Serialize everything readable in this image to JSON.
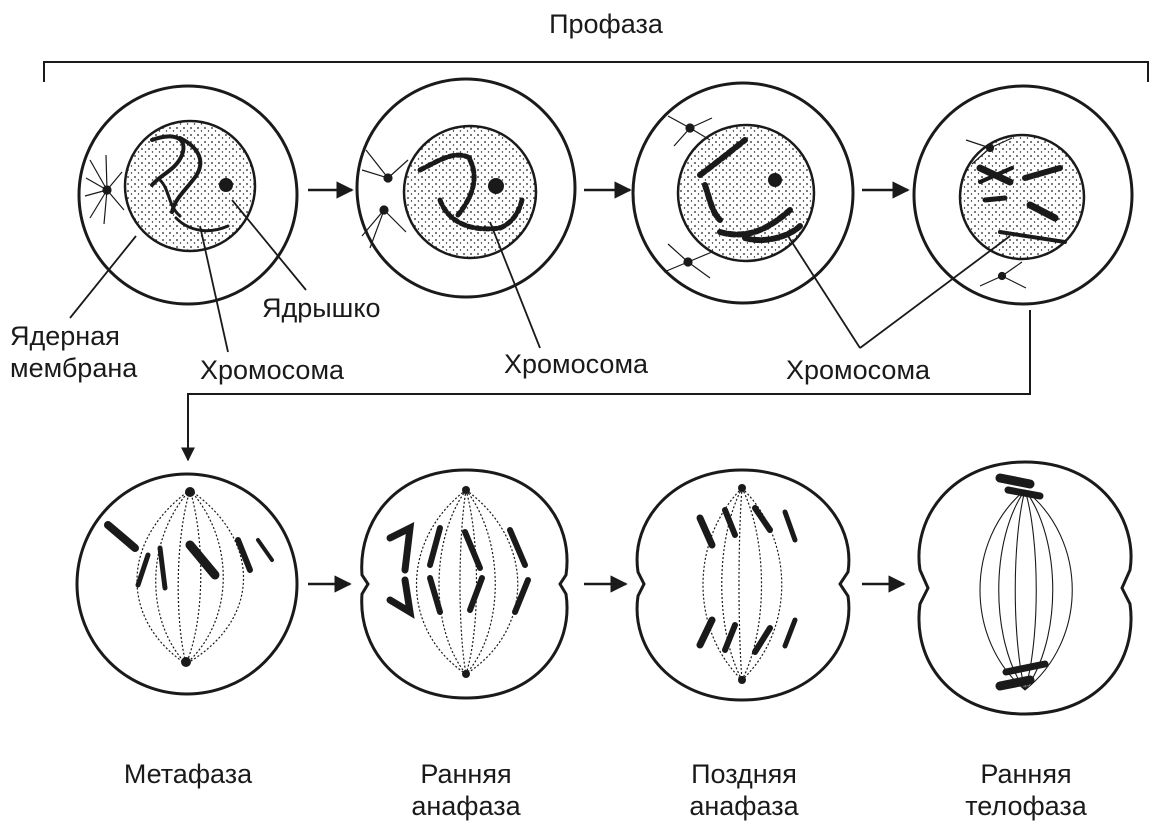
{
  "colors": {
    "ink": "#1a1a1a",
    "background": "#ffffff"
  },
  "header": {
    "title": "Профаза"
  },
  "prophase_labels": {
    "nuclear_membrane": [
      "Ядерная",
      "мембрана"
    ],
    "nucleolus": "Ядрышко",
    "chromosome_1": "Хромосома",
    "chromosome_2": "Хромосома",
    "chromosome_3": "Хромосома"
  },
  "stages": [
    {
      "lines": [
        "Метафаза"
      ]
    },
    {
      "lines": [
        "Ранняя",
        "анафаза"
      ]
    },
    {
      "lines": [
        "Поздняя",
        "анафаза"
      ]
    },
    {
      "lines": [
        "Ранняя",
        "телофаза"
      ]
    }
  ]
}
